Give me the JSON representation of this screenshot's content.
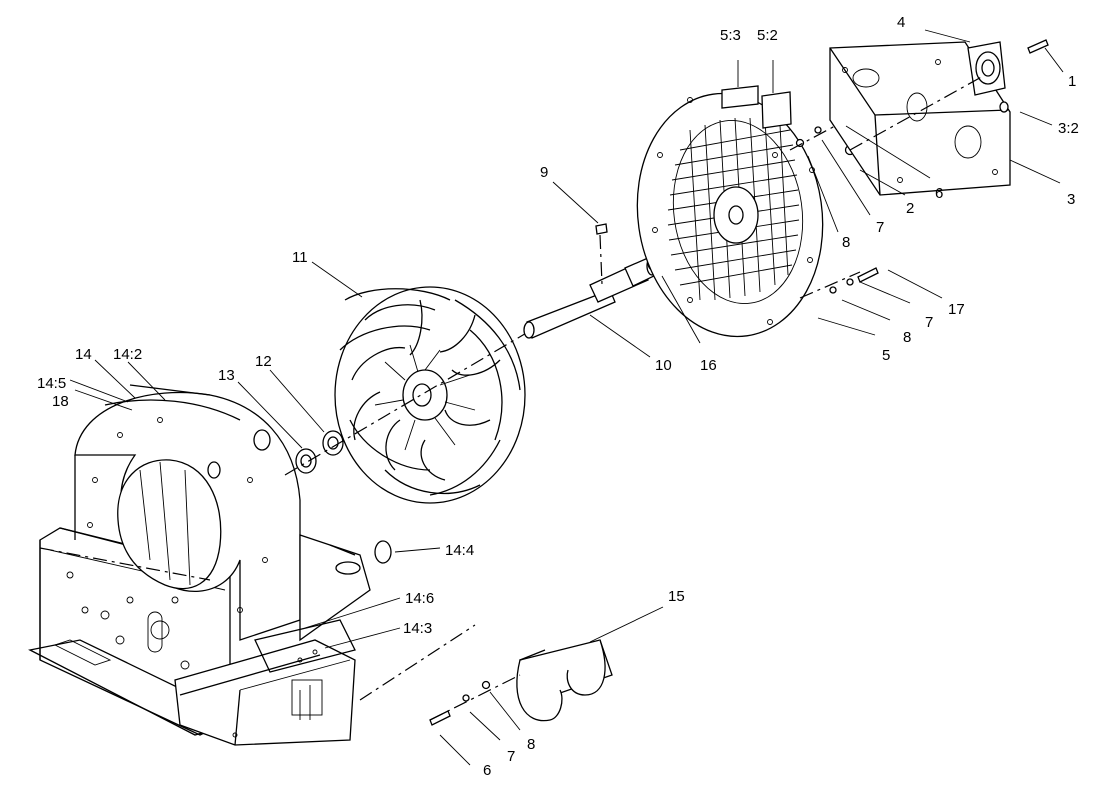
{
  "callouts": [
    {
      "id": "c1",
      "label": "1"
    },
    {
      "id": "c2",
      "label": "2"
    },
    {
      "id": "c3",
      "label": "3"
    },
    {
      "id": "c3_2",
      "label": "3:2"
    },
    {
      "id": "c4",
      "label": "4"
    },
    {
      "id": "c5",
      "label": "5"
    },
    {
      "id": "c5_2",
      "label": "5:2"
    },
    {
      "id": "c5_3",
      "label": "5:3"
    },
    {
      "id": "c6a",
      "label": "6"
    },
    {
      "id": "c6b",
      "label": "6"
    },
    {
      "id": "c7a",
      "label": "7"
    },
    {
      "id": "c7b",
      "label": "7"
    },
    {
      "id": "c7c",
      "label": "7"
    },
    {
      "id": "c8a",
      "label": "8"
    },
    {
      "id": "c8b",
      "label": "8"
    },
    {
      "id": "c8c",
      "label": "8"
    },
    {
      "id": "c9",
      "label": "9"
    },
    {
      "id": "c10",
      "label": "10"
    },
    {
      "id": "c11",
      "label": "11"
    },
    {
      "id": "c12",
      "label": "12"
    },
    {
      "id": "c13",
      "label": "13"
    },
    {
      "id": "c14",
      "label": "14"
    },
    {
      "id": "c14_2",
      "label": "14:2"
    },
    {
      "id": "c14_3",
      "label": "14:3"
    },
    {
      "id": "c14_4",
      "label": "14:4"
    },
    {
      "id": "c14_5",
      "label": "14:5"
    },
    {
      "id": "c14_6",
      "label": "14:6"
    },
    {
      "id": "c15",
      "label": "15"
    },
    {
      "id": "c16",
      "label": "16"
    },
    {
      "id": "c17",
      "label": "17"
    },
    {
      "id": "c18",
      "label": "18"
    }
  ]
}
